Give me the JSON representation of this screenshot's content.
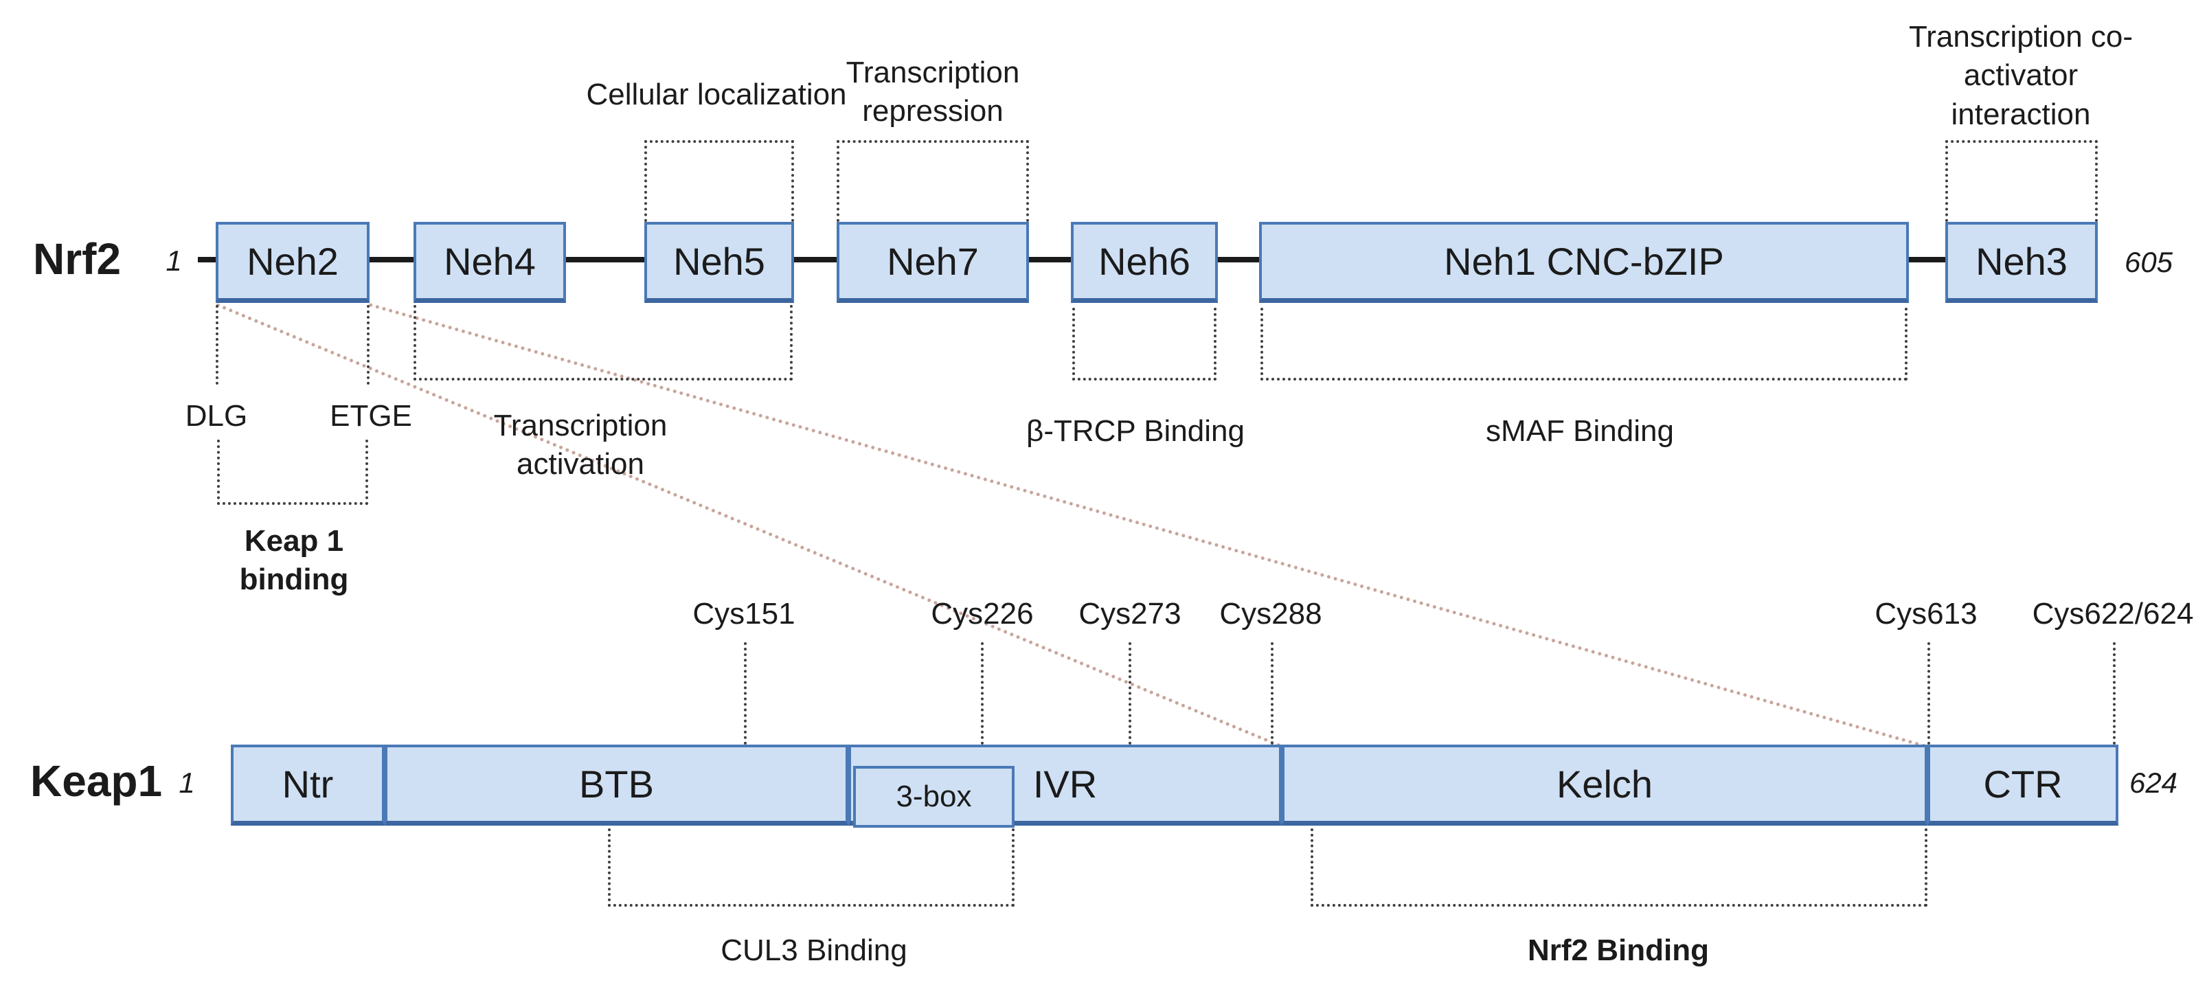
{
  "diagram": {
    "proteins": {
      "nrf2": {
        "name": "Nrf2",
        "start_residue": "1",
        "end_residue": "605",
        "domains": [
          {
            "label": "Neh2"
          },
          {
            "label": "Neh4"
          },
          {
            "label": "Neh5"
          },
          {
            "label": "Neh7"
          },
          {
            "label": "Neh6"
          },
          {
            "label": "Neh1 CNC-bZIP"
          },
          {
            "label": "Neh3"
          }
        ],
        "motifs": [
          {
            "label": "DLG"
          },
          {
            "label": "ETGE"
          }
        ],
        "annotations": {
          "cellular_localization": "Cellular localization",
          "transcription_repression": "Transcription repression",
          "transcription_coactivator": "Transcription co-activator interaction",
          "keap1_binding": "Keap 1 binding",
          "transcription_activation": "Transcription activation",
          "btrcp_binding": "β-TRCP Binding",
          "smaf_binding": "sMAF Binding"
        }
      },
      "keap1": {
        "name": "Keap1",
        "start_residue": "1",
        "end_residue": "624",
        "domains": [
          {
            "label": "Ntr"
          },
          {
            "label": "BTB"
          },
          {
            "label": "3-box"
          },
          {
            "label": "IVR"
          },
          {
            "label": "Kelch"
          },
          {
            "label": "CTR"
          }
        ],
        "cysteine_residues": [
          "Cys151",
          "Cys226",
          "Cys273",
          "Cys288",
          "Cys613",
          "Cys622/624"
        ],
        "annotations": {
          "cul3_binding": "CUL3 Binding",
          "nrf2_binding": "Nrf2 Binding"
        }
      }
    },
    "colors": {
      "domain_fill": "#cfe0f4",
      "domain_border": "#4a79b6",
      "domain_border_dark": "#3c66a0",
      "backbone": "#1a1a1a",
      "annotation_line": "#3f3f3f",
      "interaction_line": "#c9a49a",
      "text": "#1b1b1b",
      "background": "#ffffff"
    }
  }
}
